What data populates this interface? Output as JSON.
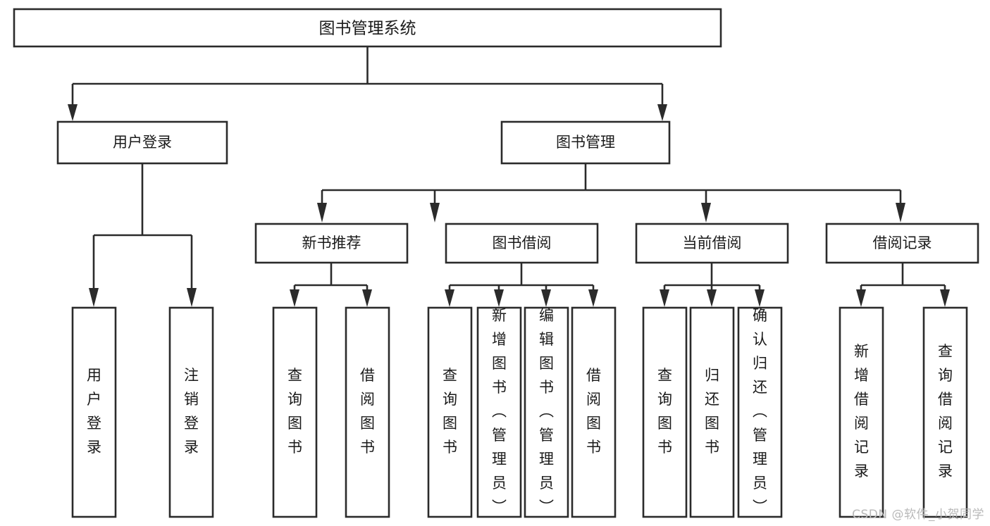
{
  "diagram": {
    "type": "tree-hierarchy",
    "title": "图书管理系统",
    "root": {
      "id": "root",
      "label": "图书管理系统",
      "orientation": "horizontal"
    },
    "level1": [
      {
        "id": "user-login",
        "label": "用户登录",
        "orientation": "horizontal"
      },
      {
        "id": "book-manage",
        "label": "图书管理",
        "orientation": "horizontal"
      }
    ],
    "level2": [
      {
        "id": "new-book-rec",
        "label": "新书推荐",
        "parent": "book-manage",
        "orientation": "horizontal"
      },
      {
        "id": "book-borrow",
        "label": "图书借阅",
        "parent": "book-manage",
        "orientation": "horizontal"
      },
      {
        "id": "current-borrow",
        "label": "当前借阅",
        "parent": "book-manage",
        "orientation": "horizontal"
      },
      {
        "id": "borrow-record",
        "label": "借阅记录",
        "parent": "book-manage",
        "orientation": "horizontal"
      }
    ],
    "leaves": [
      {
        "id": "leaf-user-login",
        "label": "用户登录",
        "parent": "user-login",
        "orientation": "vertical"
      },
      {
        "id": "leaf-user-logout",
        "label": "注销登录",
        "parent": "user-login",
        "orientation": "vertical"
      },
      {
        "id": "leaf-query-book-1",
        "label": "查询图书",
        "parent": "new-book-rec",
        "orientation": "vertical"
      },
      {
        "id": "leaf-borrow-book-1",
        "label": "借阅图书",
        "parent": "new-book-rec",
        "orientation": "vertical"
      },
      {
        "id": "leaf-query-book-2",
        "label": "查询图书",
        "parent": "book-borrow",
        "orientation": "vertical"
      },
      {
        "id": "leaf-add-book",
        "label": "新增图书（管理员）",
        "parent": "book-borrow",
        "orientation": "vertical"
      },
      {
        "id": "leaf-edit-book",
        "label": "编辑图书（管理员）",
        "parent": "book-borrow",
        "orientation": "vertical"
      },
      {
        "id": "leaf-borrow-book-2",
        "label": "借阅图书",
        "parent": "book-borrow",
        "orientation": "vertical"
      },
      {
        "id": "leaf-query-book-3",
        "label": "查询图书",
        "parent": "current-borrow",
        "orientation": "vertical"
      },
      {
        "id": "leaf-return-book",
        "label": "归还图书",
        "parent": "current-borrow",
        "orientation": "vertical"
      },
      {
        "id": "leaf-confirm-return",
        "label": "确认归还（管理员）",
        "parent": "current-borrow",
        "orientation": "vertical"
      },
      {
        "id": "leaf-add-record",
        "label": "新增借阅记录",
        "parent": "borrow-record",
        "orientation": "vertical"
      },
      {
        "id": "leaf-query-record",
        "label": "查询借阅记录",
        "parent": "borrow-record",
        "orientation": "vertical"
      }
    ],
    "colors": {
      "stroke": "#2b2b2b",
      "fill": "#ffffff",
      "text": "#1a1a1a",
      "watermark": "#b9b9b9",
      "background": "#ffffff"
    }
  },
  "watermark": {
    "text": "CSDN @软件_小贺同学"
  }
}
